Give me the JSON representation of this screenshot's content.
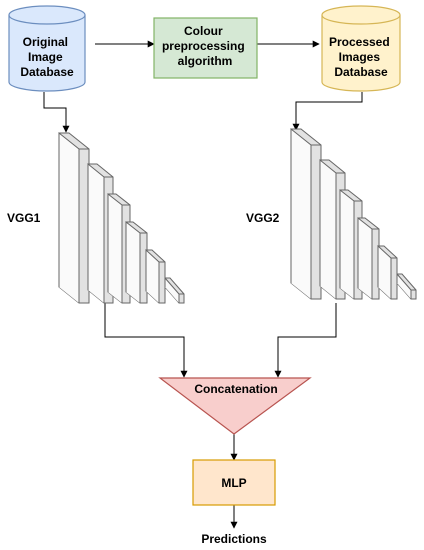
{
  "nodes": {
    "original_db": {
      "lines": [
        "Original",
        "Image",
        "Database"
      ],
      "fill": "#dae8fc",
      "stroke": "#6c8ebf"
    },
    "preprocessing": {
      "lines": [
        "Colour",
        "preprocessing",
        "algorithm"
      ],
      "fill": "#d5e8d4",
      "stroke": "#82b366"
    },
    "processed_db": {
      "lines": [
        "Processed",
        "Images",
        "Database"
      ],
      "fill": "#fff2cc",
      "stroke": "#d6b656"
    },
    "vgg1": {
      "label": "VGG1"
    },
    "vgg2": {
      "label": "VGG2"
    },
    "concatenation": {
      "label": "Concatenation",
      "fill": "#f8cecc",
      "stroke": "#b85450"
    },
    "mlp": {
      "label": "MLP",
      "fill": "#ffe6cc",
      "stroke": "#d79b00"
    },
    "predictions": {
      "label": "Predictions"
    }
  },
  "colors": {
    "edge": "#000000",
    "layer_face": "#f5f5f5",
    "layer_stroke": "#666666"
  }
}
